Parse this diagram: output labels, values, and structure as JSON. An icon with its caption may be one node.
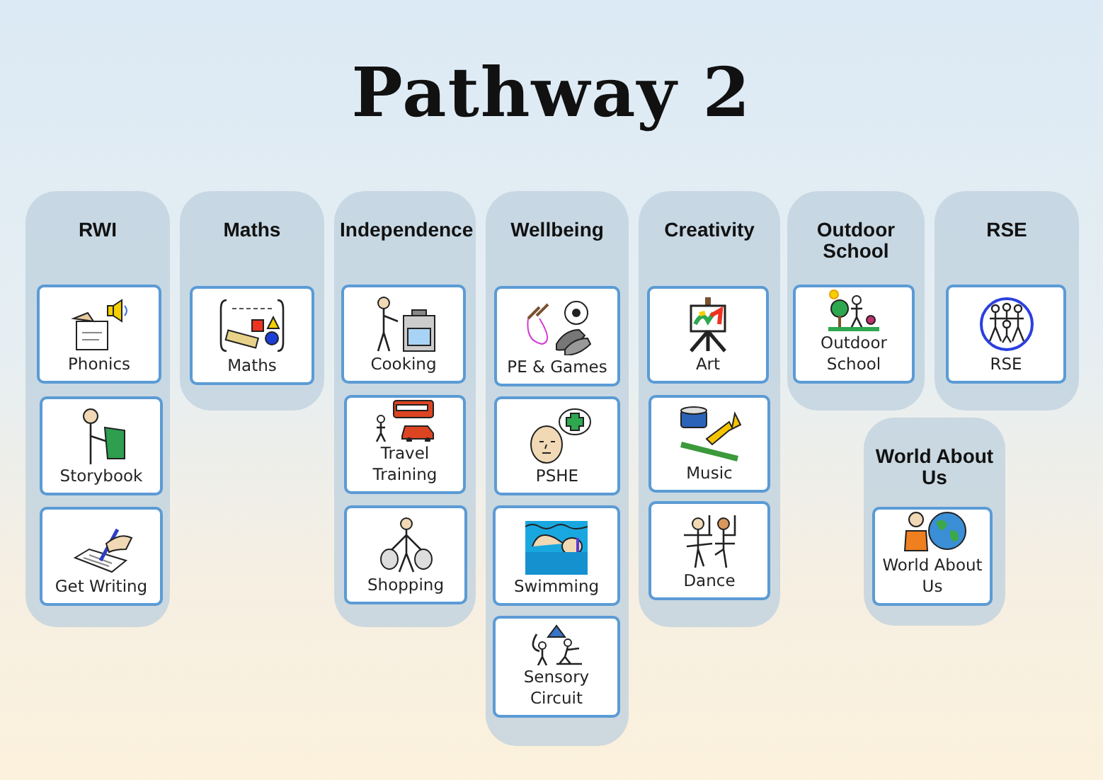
{
  "diagram": {
    "title": "Pathway 2",
    "nodes": [
      {
        "text": [
          "RWI"
        ]
      },
      {
        "text": [
          "Phonics"
        ],
        "in": 0
      },
      {
        "text": [
          "Storybook"
        ],
        "in": 0
      },
      {
        "text": [
          "Get Writing"
        ],
        "in": 0
      },
      {
        "text": [
          "Maths"
        ]
      },
      {
        "text": [
          "Maths"
        ],
        "in": 4
      },
      {
        "text": [
          "Independence"
        ]
      },
      {
        "text": [
          "Cooking"
        ],
        "in": 6
      },
      {
        "text": [
          "Travel Training"
        ],
        "in": 6
      },
      {
        "text": [
          "Shopping"
        ],
        "in": 6
      },
      {
        "text": [
          "Wellbeing"
        ]
      },
      {
        "text": [
          "PE & Games"
        ],
        "in": 10
      },
      {
        "text": [
          "PSHE"
        ],
        "in": 10
      },
      {
        "text": [
          "Swimming"
        ],
        "in": 10
      },
      {
        "text": [
          "Sensory Circuit"
        ],
        "in": 10
      },
      {
        "text": [
          "Creativity"
        ]
      },
      {
        "text": [
          "Art"
        ],
        "in": 15
      },
      {
        "text": [
          "Music"
        ],
        "in": 15
      },
      {
        "text": [
          "Dance"
        ],
        "in": 15
      },
      {
        "text": [
          "Outdoor School"
        ]
      },
      {
        "text": [
          "Outdoor School"
        ],
        "in": 19
      },
      {
        "text": [
          "RSE"
        ]
      },
      {
        "text": [
          "RSE"
        ],
        "in": 21
      },
      {
        "text": [
          "World About Us"
        ]
      },
      {
        "text": [
          "World About Us"
        ],
        "in": 23
      }
    ]
  }
}
